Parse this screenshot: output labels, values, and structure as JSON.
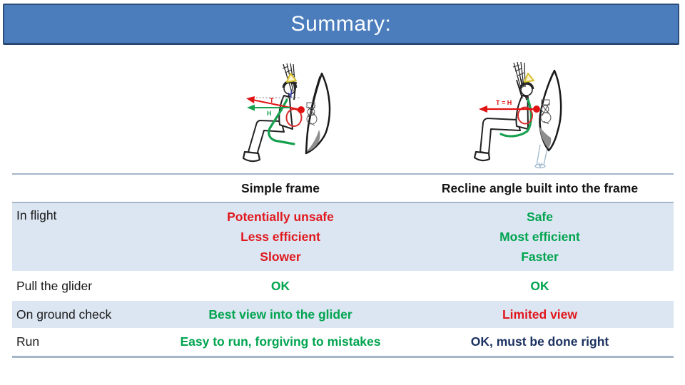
{
  "title": "Summary:",
  "diagrams": {
    "left": {
      "description": "simple-frame-pilot-side-view",
      "thrust_label": "T",
      "hang_label": "H"
    },
    "right": {
      "description": "recline-frame-pilot-side-view",
      "combined_label": "T = H"
    }
  },
  "table": {
    "header": {
      "simple": "Simple frame",
      "recline": "Recline angle built into the frame"
    },
    "rows": [
      {
        "label": "In flight",
        "simple_lines": [
          "Potentially unsafe",
          "Less efficient",
          "Slower"
        ],
        "recline_lines": [
          "Safe",
          "Most efficient",
          "Faster"
        ]
      },
      {
        "label": "Pull the glider",
        "simple_lines": [
          "OK"
        ],
        "recline_lines": [
          "OK"
        ]
      },
      {
        "label": "On ground check",
        "simple_lines": [
          "Best view into the glider"
        ],
        "recline_lines": [
          "Limited view"
        ]
      },
      {
        "label": "Run",
        "simple_lines": [
          "Easy to run, forgiving to mistakes"
        ],
        "recline_lines": [
          "OK, must be done right"
        ]
      }
    ]
  },
  "colors": {
    "title_bar": "#4b7dbd",
    "title_border": "#2b4d78",
    "row_highlight": "#dce6f2",
    "table_border": "#a4b6c8",
    "negative_red": "#e0181d",
    "positive_green": "#00a44f",
    "neutral_navy": "#1c3260"
  }
}
